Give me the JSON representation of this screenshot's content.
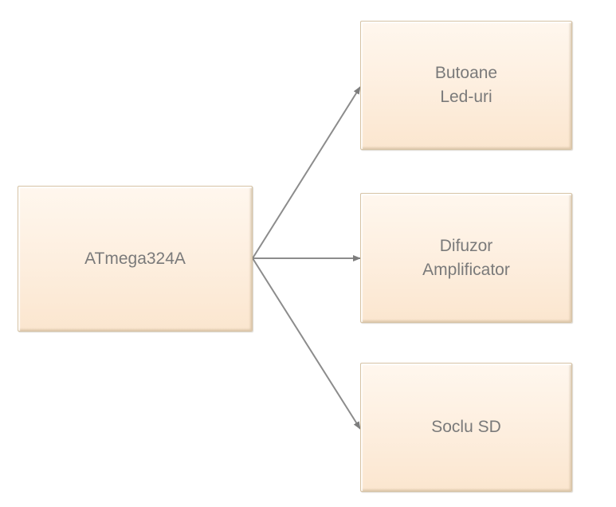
{
  "colors": {
    "block_fill": "#fdeede",
    "block_text": "#7a7a7a",
    "connector": "#8c8c8c"
  },
  "blocks": {
    "mcu": {
      "lines": [
        "ATmega324A"
      ]
    },
    "inputs": {
      "lines": [
        "Butoane",
        "Led-uri"
      ]
    },
    "audio": {
      "lines": [
        "Difuzor",
        "Amplificator"
      ]
    },
    "sd": {
      "lines": [
        "Soclu SD"
      ]
    }
  },
  "connections": [
    {
      "from": "mcu",
      "to": "inputs"
    },
    {
      "from": "mcu",
      "to": "audio"
    },
    {
      "from": "mcu",
      "to": "sd"
    }
  ]
}
